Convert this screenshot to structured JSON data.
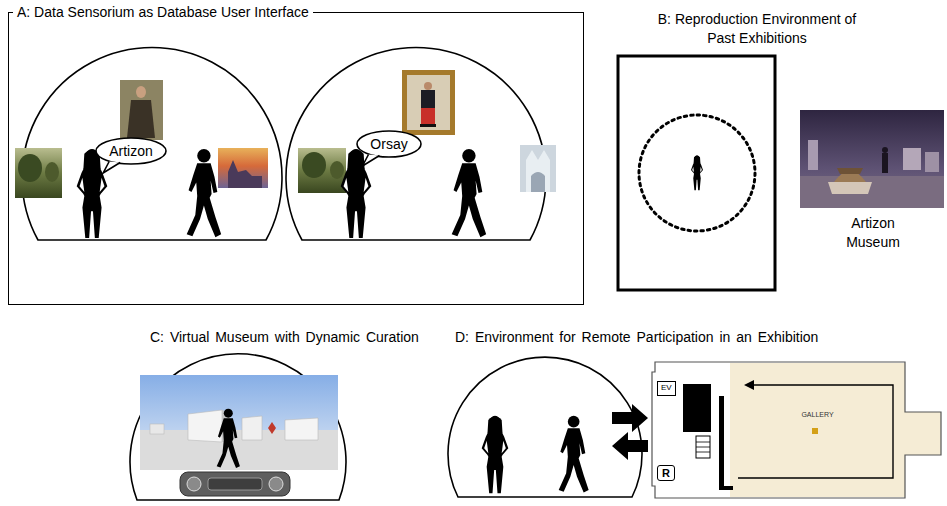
{
  "diagram": {
    "nodes": [
      {
        "text": [
          "A: Data Sensorium as Database User Interface"
        ]
      },
      {
        "text": [
          "Artizon"
        ],
        "in": 0
      },
      {
        "text": [
          "Orsay"
        ],
        "in": 0
      },
      {
        "text": [
          "EV"
        ]
      },
      {
        "text": [
          "GALLERY"
        ]
      },
      {
        "text": [
          "R"
        ]
      }
    ],
    "labels": [
      "B: Reproduction Environment of Past Exhibitions",
      "Artizon Museum",
      "C: Virtual Museum with Dynamic Curation",
      "D: Environment for Remote Participation in an Exhibition"
    ]
  }
}
